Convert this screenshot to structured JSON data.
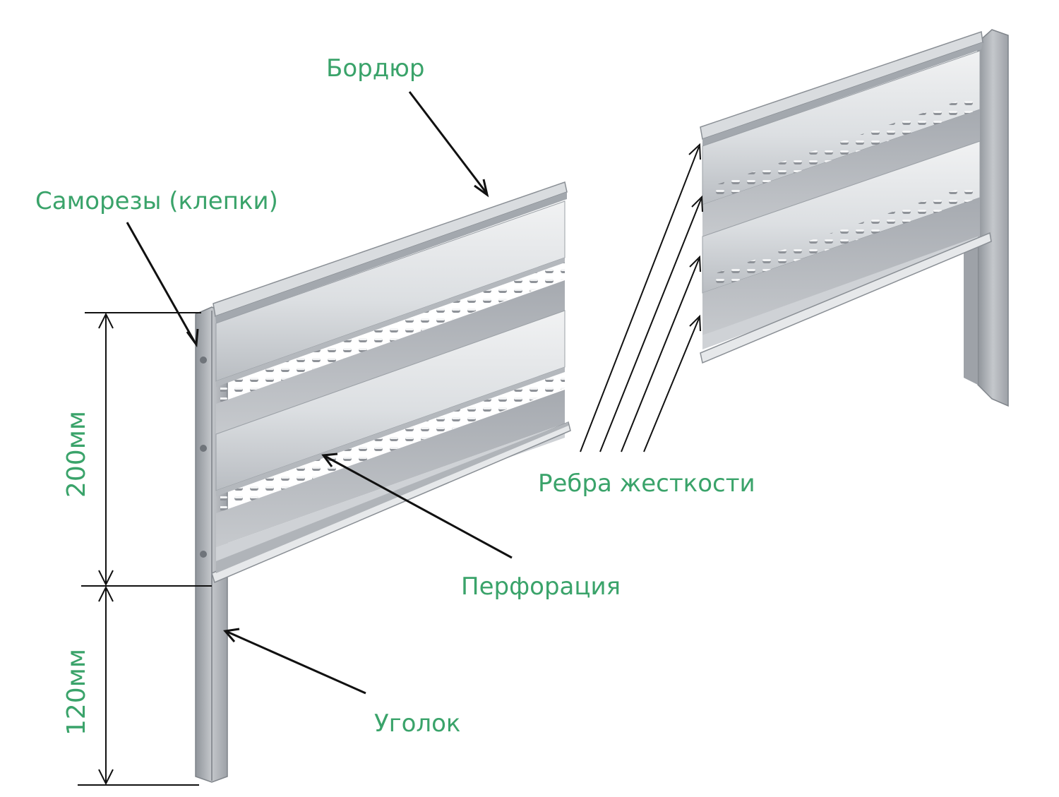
{
  "labels": {
    "border": "Бордюр",
    "screws": "Саморезы (клепки)",
    "perforation": "Перфорация",
    "ribs": "Ребра жесткости",
    "corner": "Уголок"
  },
  "dimensions": {
    "upper": "200мм",
    "lower": "120мм"
  },
  "colors": {
    "label_green": "#3aa36a",
    "arrow": "#111111",
    "metal_light": "#e4e6e8",
    "metal_mid": "#c9ccd0",
    "metal_dark": "#9a9ea4"
  }
}
